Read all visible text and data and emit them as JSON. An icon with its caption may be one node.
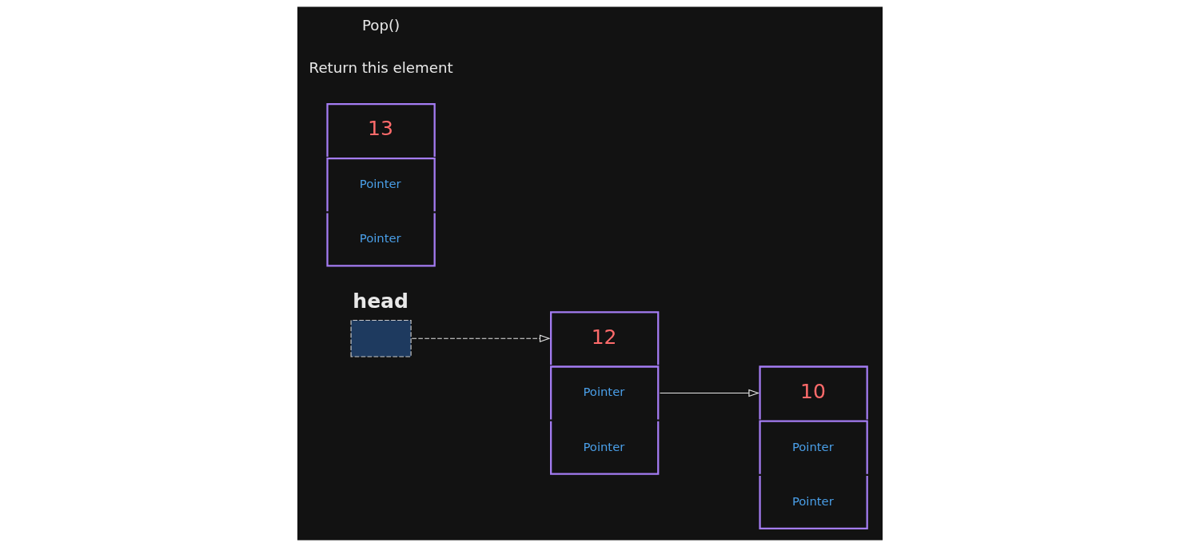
{
  "diagram": {
    "nodes": [
      {
        "text": [
          "head"
        ]
      },
      {
        "text": [
          "12",
          "Pointer",
          "Pointer"
        ]
      },
      {
        "text": [
          "10",
          "Pointer",
          "Pointer"
        ]
      },
      {
        "text": [
          "13",
          "Pointer",
          "Pointer"
        ],
        "beside": [
          "Return this element"
        ]
      }
    ],
    "edges": [
      {
        "from": 0,
        "to": 1,
        "arrow": "to",
        "style": "dashed"
      },
      {
        "from": 1,
        "to": 2,
        "arrow": "to"
      }
    ],
    "labels": [
      "Pop()"
    ]
  }
}
